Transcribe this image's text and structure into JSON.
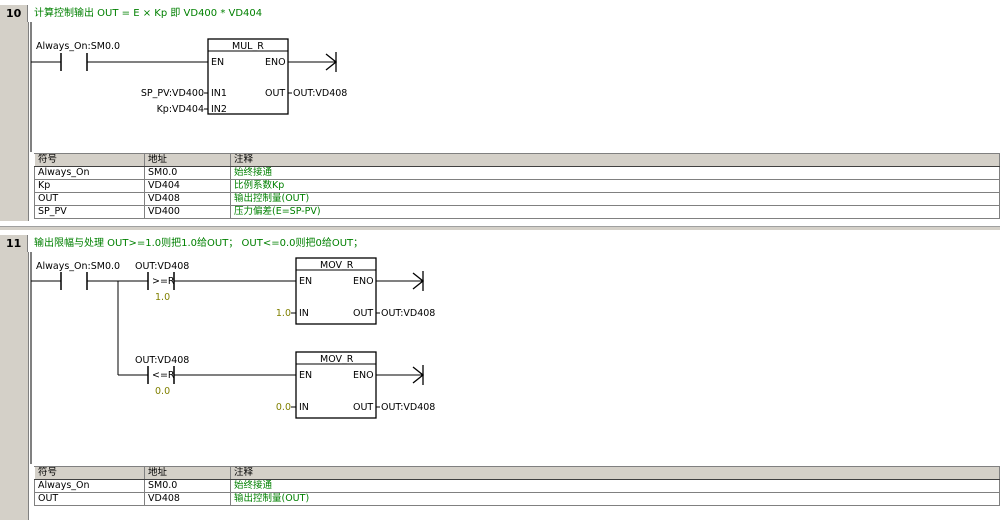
{
  "networks": [
    {
      "number": "10",
      "title": "计算控制输出 OUT = E × Kp 即 VD400 * VD404",
      "contact": "Always_On:SM0.0",
      "box": {
        "name": "MUL_R",
        "en": "EN",
        "eno": "ENO",
        "in1": "IN1",
        "in2": "IN2",
        "out": "OUT",
        "in1_operand": "SP_PV:VD400",
        "in2_operand": "Kp:VD404",
        "out_operand": "OUT:VD408"
      },
      "symbols": {
        "headers": [
          "符号",
          "地址",
          "注释"
        ],
        "rows": [
          [
            "Always_On",
            "SM0.0",
            "始终接通"
          ],
          [
            "Kp",
            "VD404",
            "比例系数Kp"
          ],
          [
            "OUT",
            "VD408",
            "输出控制量(OUT)"
          ],
          [
            "SP_PV",
            "VD400",
            "压力偏差(E=SP-PV)"
          ]
        ]
      }
    },
    {
      "number": "11",
      "title": "输出限幅与处理 OUT>=1.0则把1.0给OUT；  OUT<=0.0则把0给OUT；",
      "contact": "Always_On:SM0.0",
      "compare1": {
        "operand": "OUT:VD408",
        "op": ">=R",
        "value": "1.0"
      },
      "compare2": {
        "operand": "OUT:VD408",
        "op": "<=R",
        "value": "0.0"
      },
      "box1": {
        "name": "MOV_R",
        "en": "EN",
        "eno": "ENO",
        "in": "IN",
        "out": "OUT",
        "in_operand": "1.0",
        "out_operand": "OUT:VD408"
      },
      "box2": {
        "name": "MOV_R",
        "en": "EN",
        "eno": "ENO",
        "in": "IN",
        "out": "OUT",
        "in_operand": "0.0",
        "out_operand": "OUT:VD408"
      },
      "symbols": {
        "headers": [
          "符号",
          "地址",
          "注释"
        ],
        "rows": [
          [
            "Always_On",
            "SM0.0",
            "始终接通"
          ],
          [
            "OUT",
            "VD408",
            "输出控制量(OUT)"
          ]
        ]
      }
    }
  ],
  "colors": {
    "gutter": "#d4d0c8",
    "comment": "#008000",
    "constant": "#808000"
  }
}
